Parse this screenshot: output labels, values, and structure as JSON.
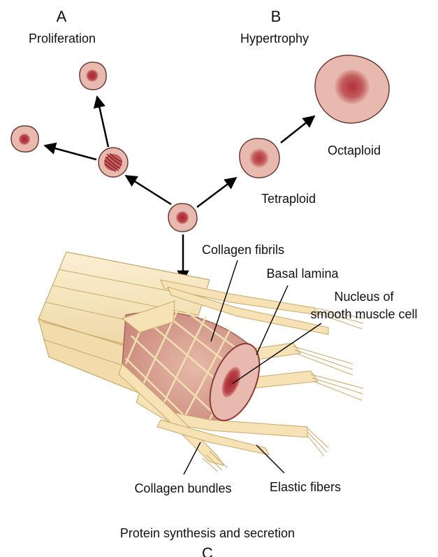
{
  "panels": {
    "a": {
      "letter": "A",
      "title": "Proliferation"
    },
    "b": {
      "letter": "B",
      "title": "Hypertrophy"
    },
    "c": {
      "letter": "C",
      "title": "Protein synthesis and secretion"
    }
  },
  "labels": {
    "octaploid": "Octaploid",
    "tetraploid": "Tetraploid",
    "collagen_fibrils": "Collagen fibrils",
    "basal_lamina": "Basal lamina",
    "nucleus_line1": "Nucleus of",
    "nucleus_line2": "smooth muscle cell",
    "collagen_bundles": "Collagen bundles",
    "elastic_fibers": "Elastic fibers"
  },
  "colors": {
    "cell_fill": "#e8b9ae",
    "cell_stroke": "#6b3b36",
    "nucleus": "#b0333a",
    "fiber": "#f6e2b5",
    "fiber_stroke": "#c9a96b",
    "muscle": "#d79a8c"
  }
}
